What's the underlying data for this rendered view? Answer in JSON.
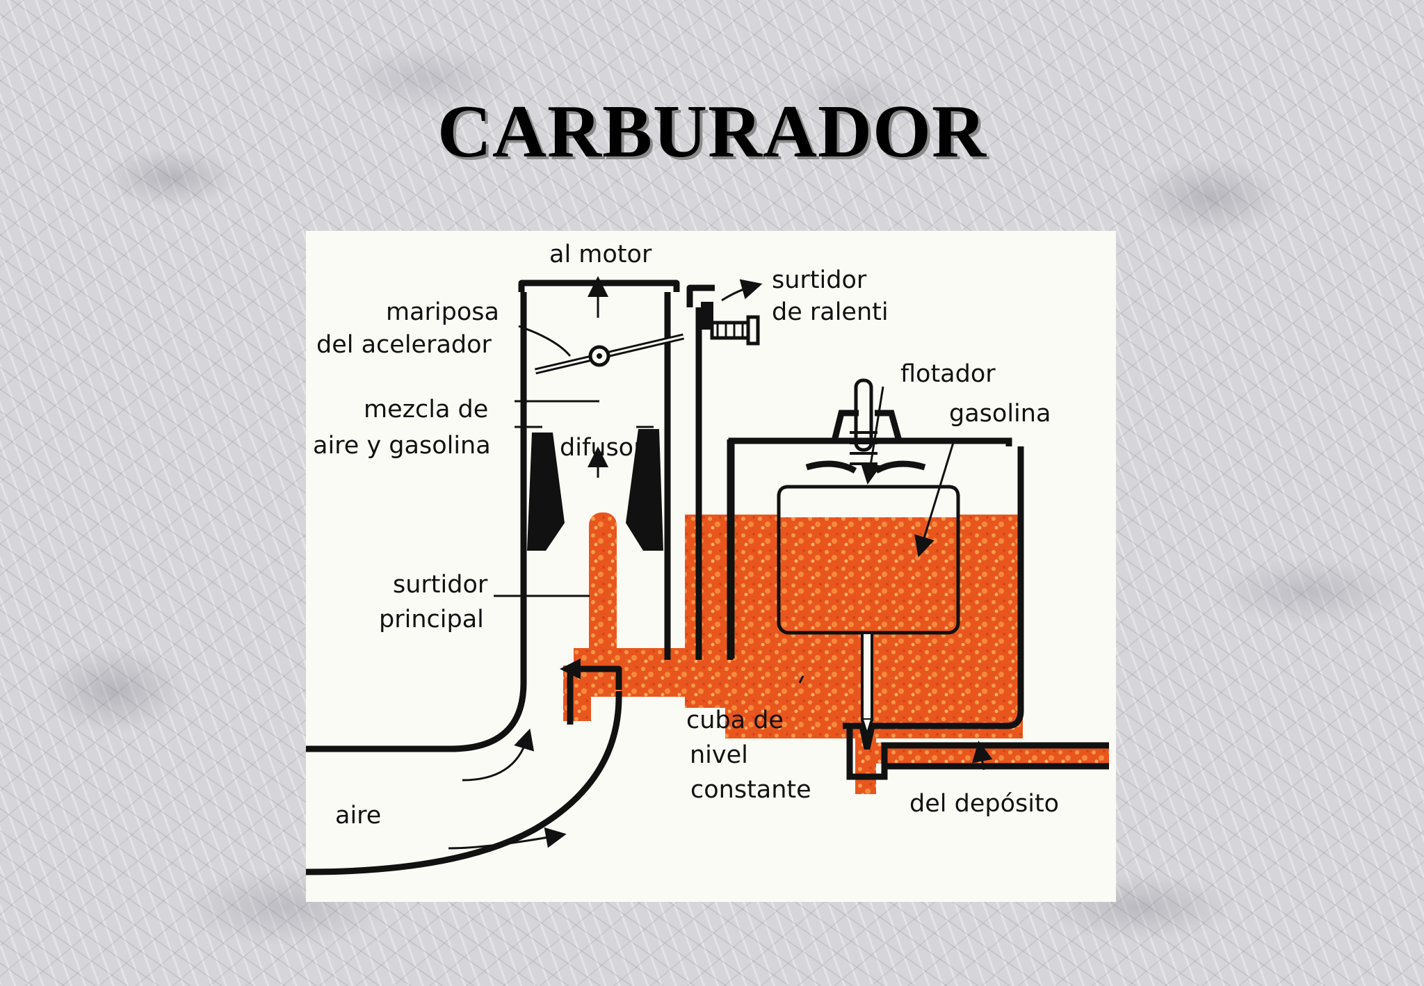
{
  "title": "CARBURADOR",
  "labels": {
    "al_motor": "al motor",
    "surtidor_ralenti_1": "surtidor",
    "surtidor_ralenti_2": "de ralenti",
    "mariposa_1": "mariposa",
    "mariposa_2": "del acelerador",
    "flotador": "flotador",
    "gasolina": "gasolina",
    "mezcla_1": "mezcla de",
    "mezcla_2": "aire y gasolina",
    "difusor": "difusor",
    "surtidor_principal_1": "surtidor",
    "surtidor_principal_2": "principal",
    "cuba_1": "cuba de",
    "cuba_2": "nivel",
    "cuba_3": "constante",
    "aire": "aire",
    "del_deposito": "del depósito"
  },
  "colors": {
    "fuel": "#e8561e",
    "fuel_light": "#f39a4a",
    "ink": "#111111",
    "paper": "#fbfbf6"
  }
}
